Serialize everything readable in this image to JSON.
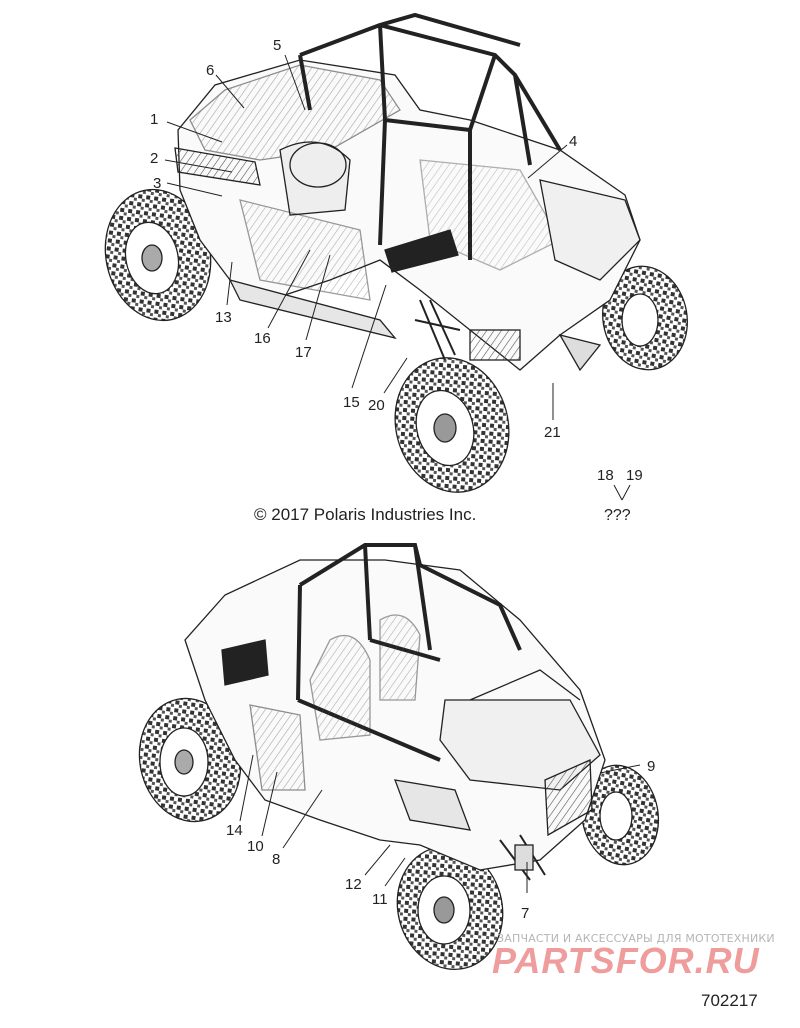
{
  "diagram": {
    "copyright": "© 2017 Polaris Industries Inc.",
    "unknown_parts": "???",
    "reference_number": "702217",
    "watermark": {
      "tagline": "ЗАПЧАСТИ И АКСЕССУАРЫ ДЛЯ МОТОТЕХНИКИ",
      "logo": "PARTSFOR.RU"
    },
    "top_view_callouts": [
      "1",
      "2",
      "3",
      "4",
      "5",
      "6",
      "13",
      "15",
      "16",
      "17",
      "18",
      "19",
      "20",
      "21"
    ],
    "bottom_view_callouts": [
      "7",
      "8",
      "9",
      "10",
      "11",
      "12",
      "14"
    ],
    "colors": {
      "line": "#222222",
      "watermark_red": "#e24a4a",
      "watermark_gray": "#b5b5b5"
    }
  }
}
